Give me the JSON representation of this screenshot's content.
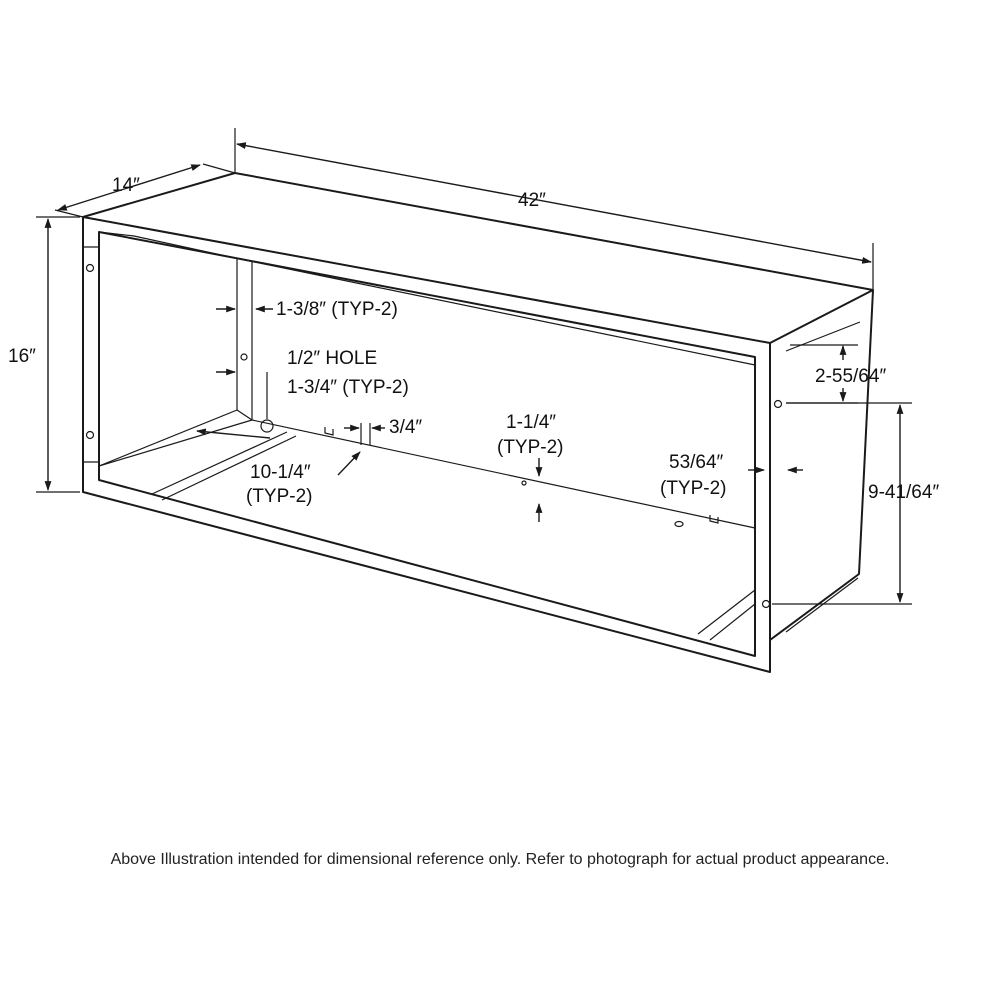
{
  "dimensions": {
    "depth": "14″",
    "width": "42″",
    "height": "16″",
    "flange": "1-3/8″ (TYP-2)",
    "hole": "1/2″ HOLE",
    "hole_offset": "1-3/4″ (TYP-2)",
    "slot": "3/4″",
    "rail_a": "10-1/4″",
    "rail_a_typ": "(TYP-2)",
    "rail_b": "1-1/4″",
    "rail_b_typ": "(TYP-2)",
    "side_flange": "53/64″",
    "side_flange_typ": "(TYP-2)",
    "top_gap": "2-55/64″",
    "hole_spacing": "9-41/64″"
  },
  "caption": "Above Illustration intended for dimensional reference only. Refer to photograph for actual product appearance."
}
